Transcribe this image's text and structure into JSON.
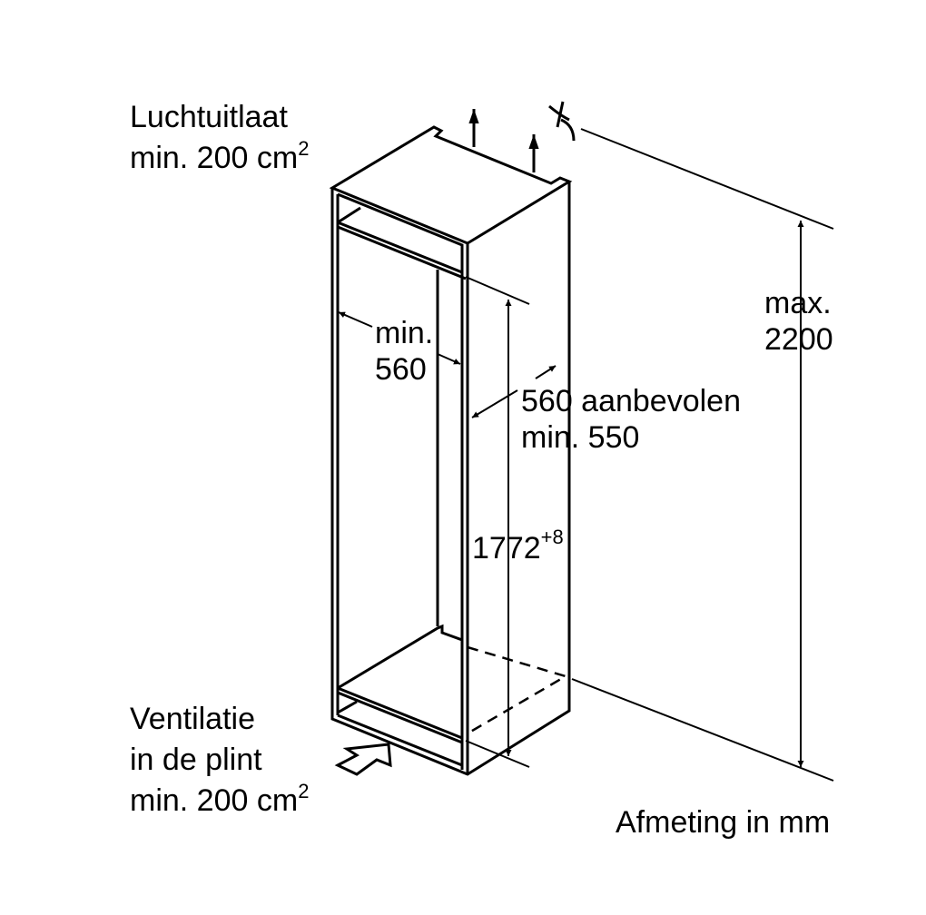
{
  "labels": {
    "air_outlet_title": "Luchtuitlaat",
    "air_outlet_min": "min. 200 cm",
    "air_outlet_exp": "2",
    "max_label": "max.",
    "max_value": "2200",
    "width_min": "min.",
    "width_value": "560",
    "depth_recommended": "560 aanbevolen",
    "depth_min": "min. 550",
    "height_value": "1772",
    "height_tolerance": "+8",
    "vent_title": "Ventilatie",
    "vent_location": "in de plint",
    "vent_min": "min. 200 cm",
    "vent_exp": "2",
    "units": "Afmeting in mm"
  },
  "colors": {
    "line": "#000000",
    "background": "#ffffff"
  }
}
